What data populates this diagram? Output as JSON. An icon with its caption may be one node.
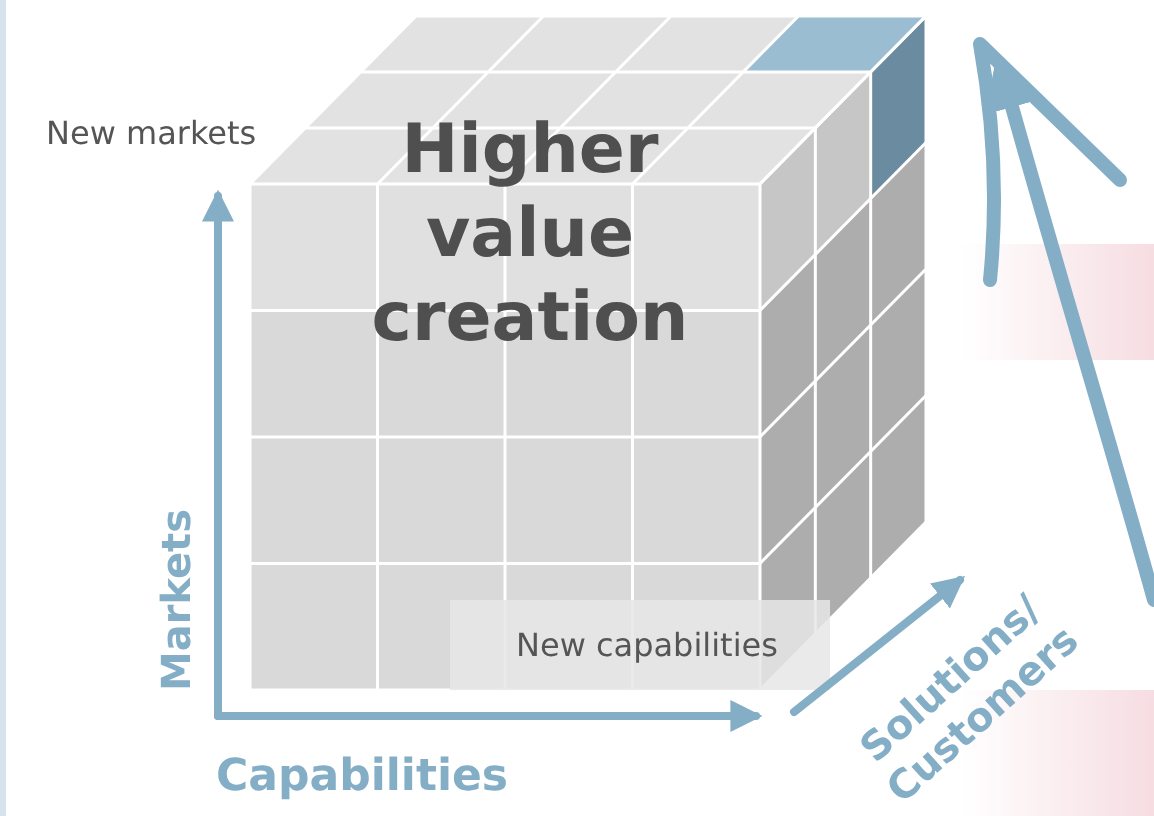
{
  "diagram": {
    "labels": [
      "New markets",
      "Higher value creation",
      "New capabilities",
      "Markets",
      "Capabilities",
      "Solutions/ Customers"
    ]
  }
}
